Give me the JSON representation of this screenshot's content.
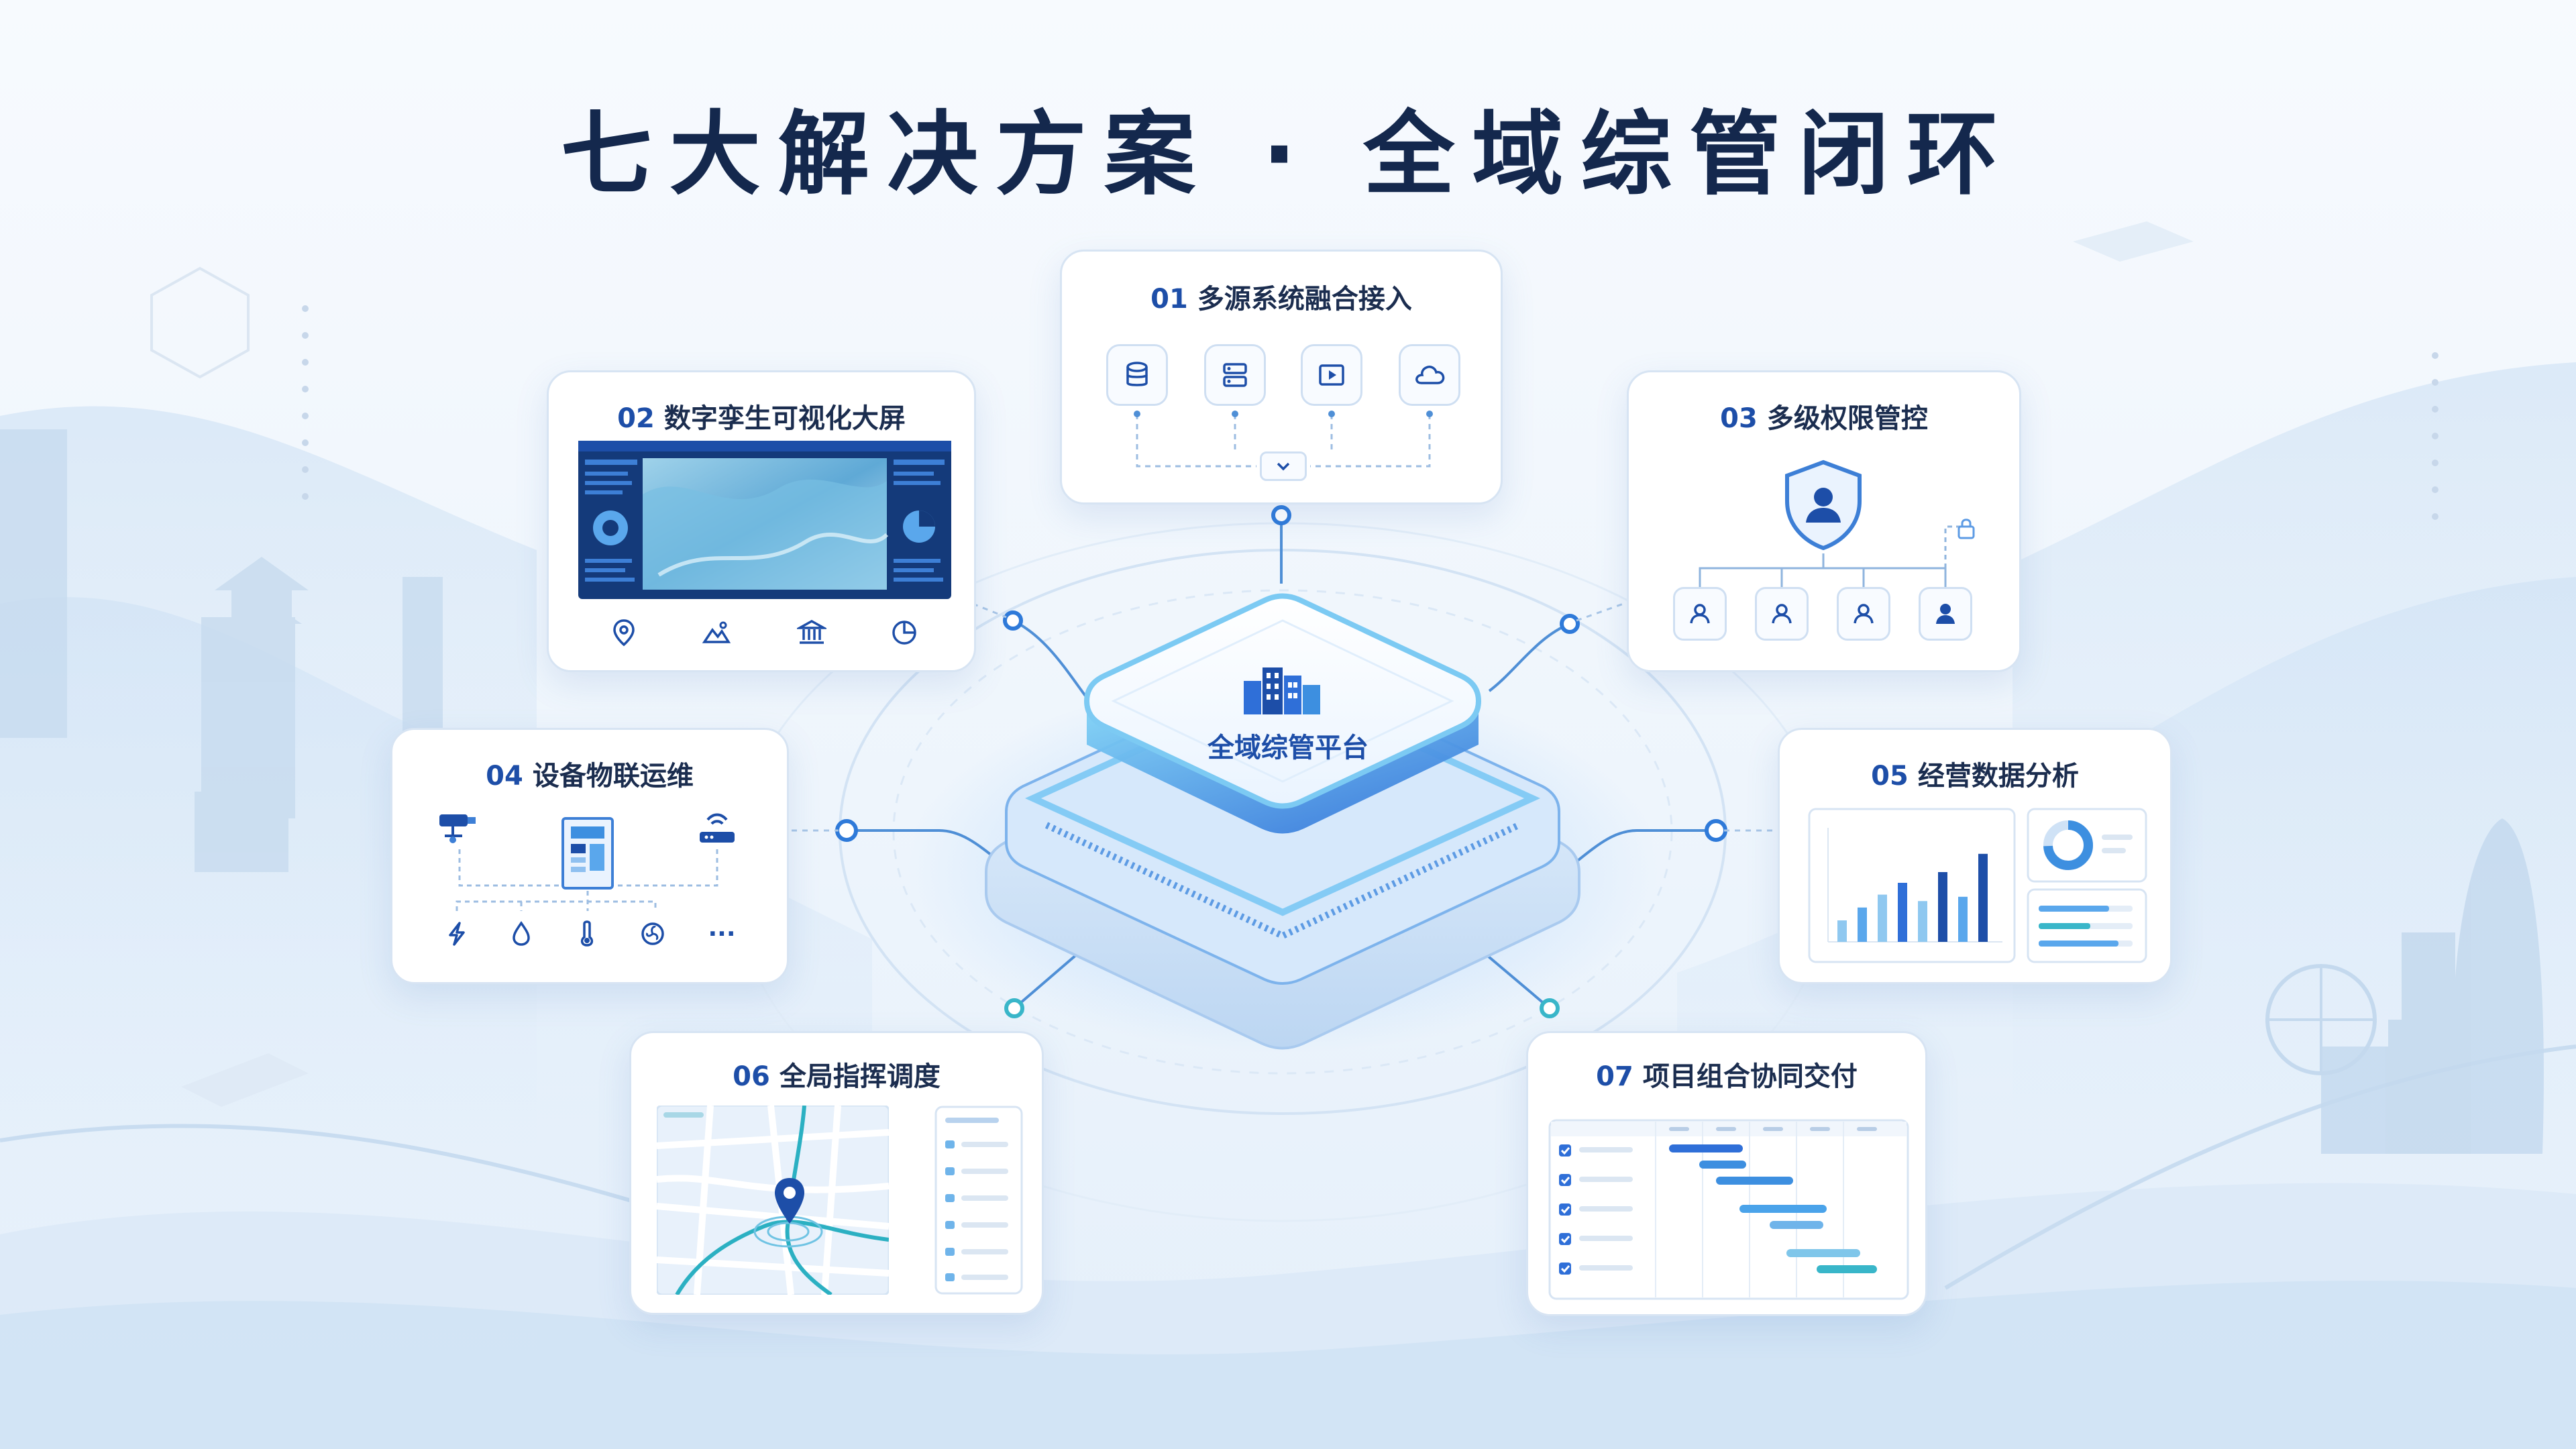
{
  "title": "七大解决方案 · 全域综管闭环",
  "center": {
    "label": "全域综管平台",
    "icon": "city-buildings-icon"
  },
  "colors": {
    "primary": "#1d4ea8",
    "accent": "#3d8fe0",
    "teal": "#39b6c9",
    "line": "#4f8fd6"
  },
  "modules": [
    {
      "num": "01",
      "title": "多源系统融合接入",
      "icons": [
        "database-icon",
        "server-icon",
        "video-play-icon",
        "cloud-icon"
      ],
      "merge_icon": "chevron-down-icon"
    },
    {
      "num": "02",
      "title": "数字孪生可视化大屏",
      "icons": [
        "location-pin-icon",
        "mountain-icon",
        "bank-icon",
        "pie-chart-icon"
      ]
    },
    {
      "num": "03",
      "title": "多级权限管控",
      "icons": [
        "shield-user-icon",
        "user-icon",
        "user-icon",
        "user-icon",
        "admin-user-icon",
        "lock-icon"
      ]
    },
    {
      "num": "04",
      "title": "设备物联运维",
      "icons": [
        "camera-icon",
        "control-cabinet-icon",
        "router-icon",
        "lightning-icon",
        "water-drop-icon",
        "thermometer-icon",
        "fan-icon",
        "more-icon"
      ],
      "more_label": "···"
    },
    {
      "num": "05",
      "title": "经营数据分析",
      "icons": [
        "bar-chart-icon",
        "donut-chart-icon",
        "progress-bars-icon"
      ],
      "bar_chart_levels": [
        0.2,
        0.32,
        0.44,
        0.55,
        0.38,
        0.65,
        0.42,
        0.82
      ],
      "progress_levels": [
        0.75,
        0.55,
        0.85
      ]
    },
    {
      "num": "06",
      "title": "全局指挥调度",
      "icons": [
        "map-icon",
        "location-pin-icon",
        "list-icon"
      ]
    },
    {
      "num": "07",
      "title": "项目组合协同交付",
      "icons": [
        "checkbox-icon",
        "gantt-chart-icon"
      ],
      "task_count": 5
    }
  ]
}
